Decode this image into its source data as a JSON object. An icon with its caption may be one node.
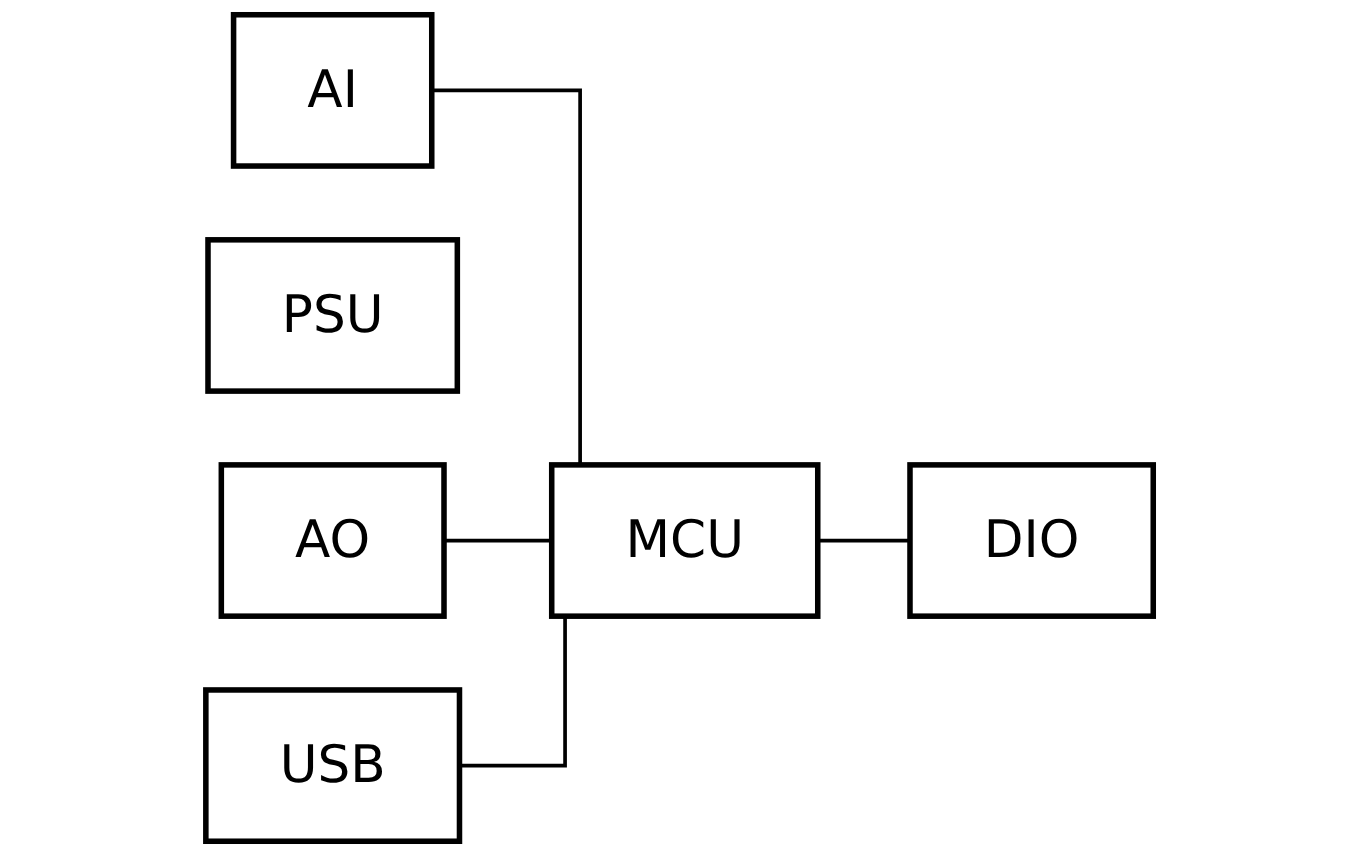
{
  "diagram": {
    "nodes": [
      {
        "text": [
          "USB"
        ]
      },
      {
        "text": [
          "PSU"
        ]
      },
      {
        "text": [
          "AI"
        ]
      },
      {
        "text": [
          "MCU"
        ]
      },
      {
        "text": [
          "DIO"
        ]
      },
      {
        "text": [
          "AO"
        ]
      }
    ],
    "edges": [
      {
        "from": 2,
        "to": 3,
        "arrow": "none"
      },
      {
        "from": 5,
        "to": 3,
        "arrow": "none"
      },
      {
        "from": 0,
        "to": 3,
        "arrow": "none"
      },
      {
        "from": 3,
        "to": 4,
        "arrow": "none"
      }
    ]
  }
}
